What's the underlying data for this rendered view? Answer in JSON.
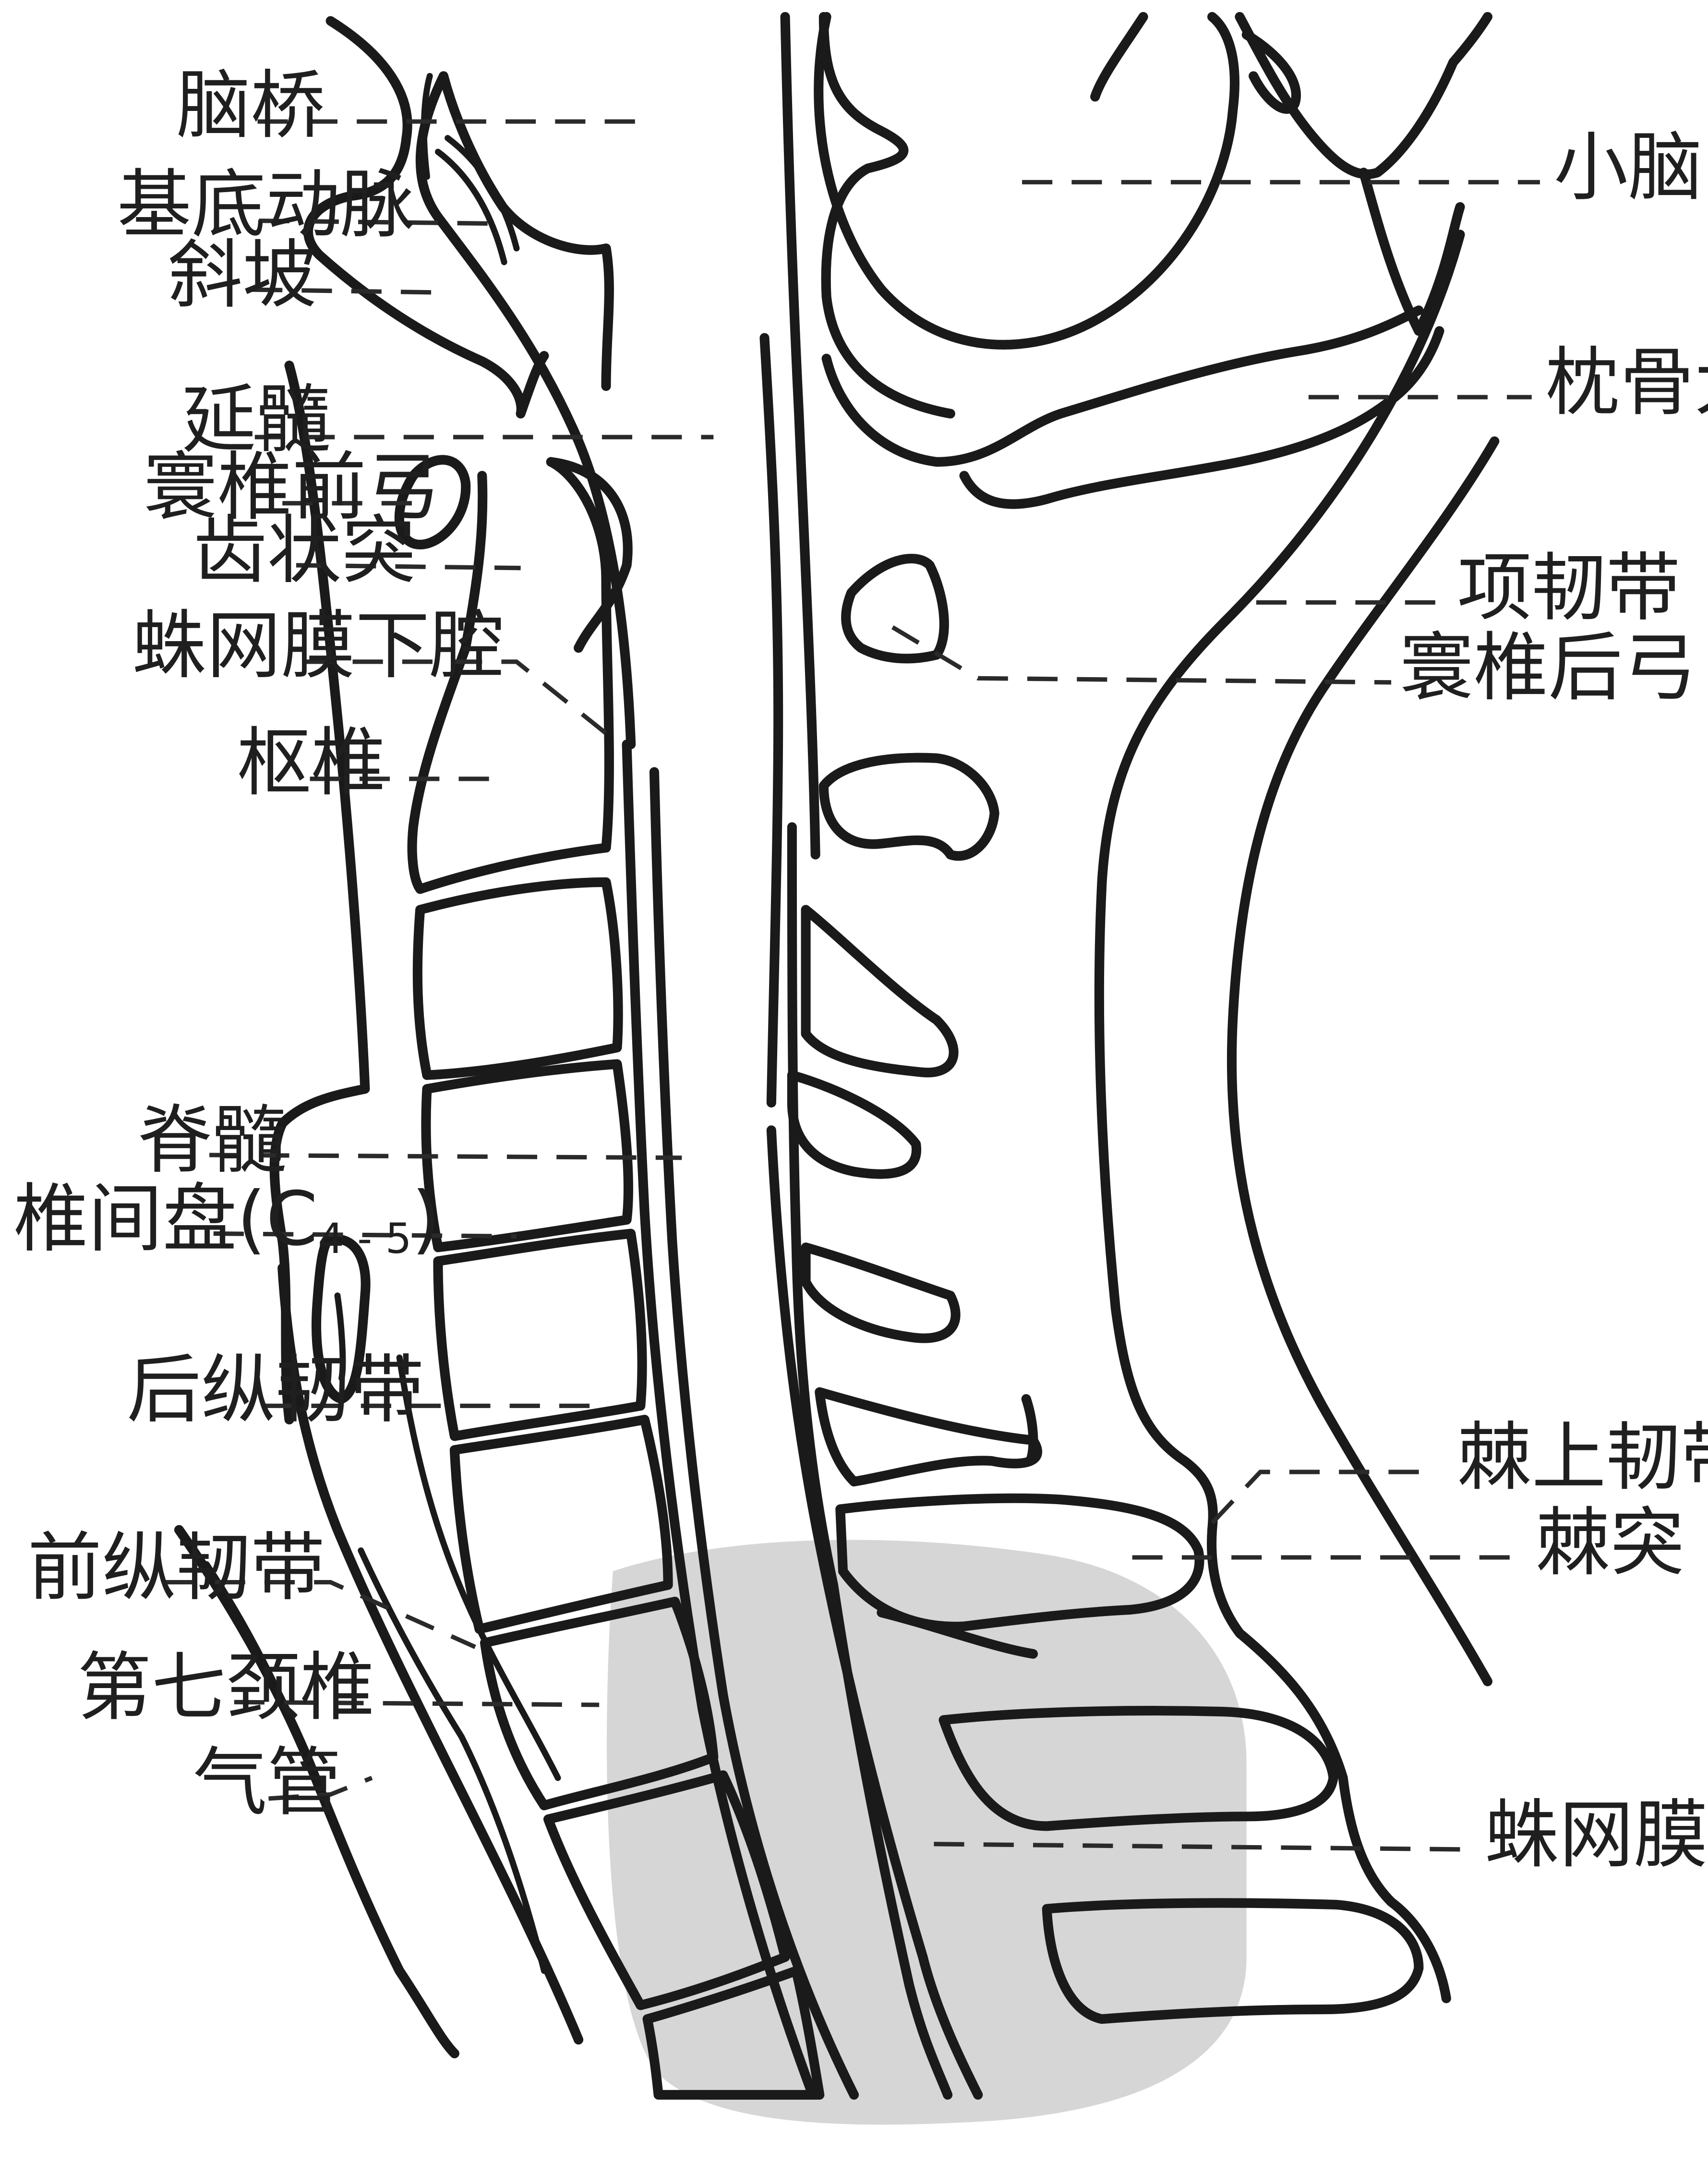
{
  "labels": {
    "pons": "脑桥",
    "basilar_artery": "基底动脉",
    "clivus": "斜坡",
    "medulla": "延髓",
    "atlas_anterior_arch": "寰椎前弓",
    "dens": "齿状突",
    "subarachnoid_upper": "蛛网膜下腔",
    "axis": "枢椎",
    "spinal_cord": "脊髓",
    "disc_prefix": "椎间盘(C",
    "disc_sub": "4 - 5",
    "disc_suffix": ")",
    "posterior_longitudinal_ligament": "后纵韧带",
    "anterior_longitudinal_ligament": "前纵韧带",
    "c7": "第七颈椎",
    "trachea": "气管",
    "cerebellum": "小脑",
    "foramen_magnum": "枕骨大孔",
    "ligamentum_nuchae": "项韧带",
    "atlas_posterior_arch": "寰椎后弓",
    "supraspinous_ligament": "棘上韧带",
    "spinous_process": "棘突",
    "subarachnoid_lower": "蛛网膜下腔"
  }
}
